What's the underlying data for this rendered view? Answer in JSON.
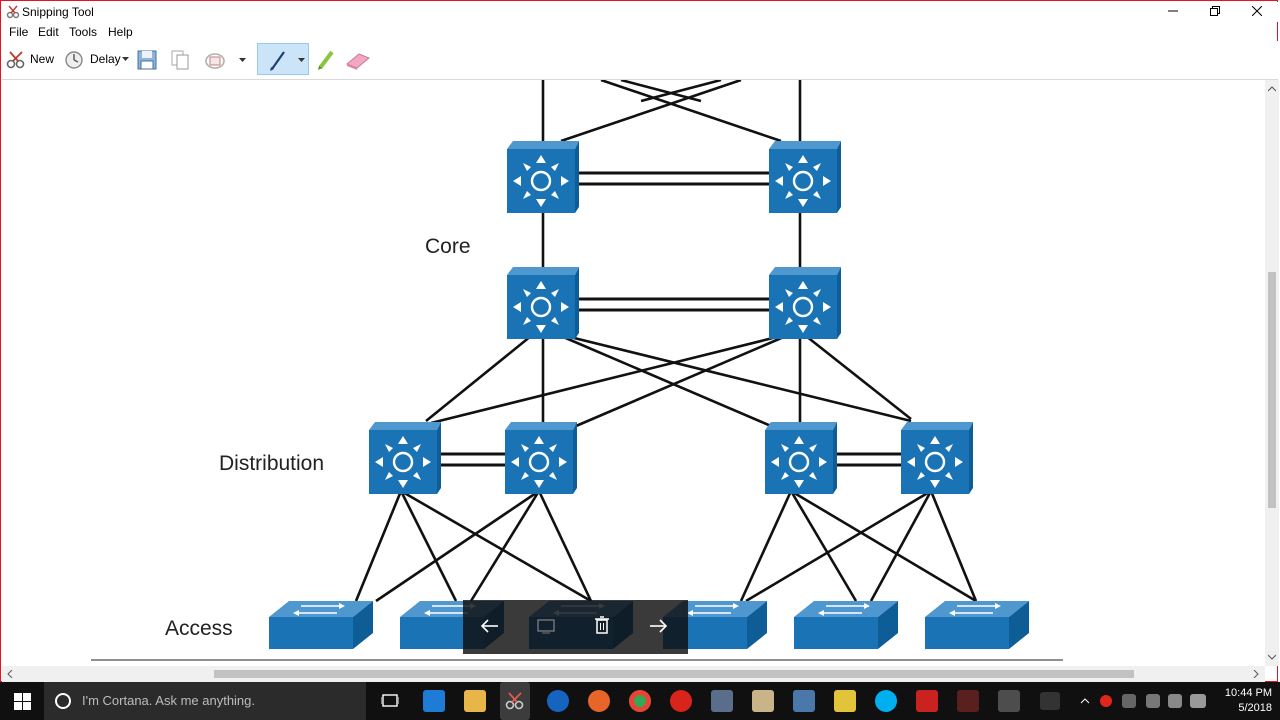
{
  "window": {
    "title": "Snipping Tool"
  },
  "menu": [
    "File",
    "Edit",
    "Tools",
    "Help"
  ],
  "toolbar": {
    "new_label": "New",
    "delay_label": "Delay"
  },
  "diagram": {
    "labels": {
      "core": "Core",
      "distribution": "Distribution",
      "access": "Access"
    },
    "icon_color": "#1a73b5"
  },
  "taskbar": {
    "search_placeholder": "I'm Cortana. Ask me anything.",
    "time": "10:44 PM",
    "date": "5/2018"
  }
}
